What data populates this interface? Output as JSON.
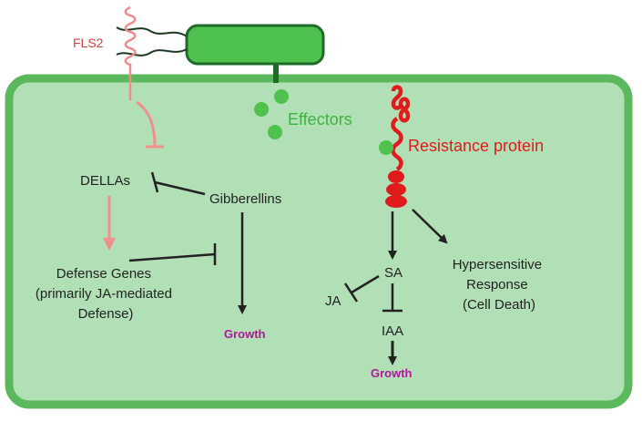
{
  "diagram": {
    "labels": {
      "fls2": "FLS2",
      "effectors": "Effectors",
      "resistance_protein": "Resistance protein",
      "dellas": "DELLAs",
      "gibberellins": "Gibberellins",
      "defense_genes": [
        "Defense Genes",
        "(primarily JA-mediated",
        "Defense)"
      ],
      "growth_left": "Growth",
      "sa": "SA",
      "ja": "JA",
      "iaa": "IAA",
      "growth_right": "Growth",
      "hypersensitive_response": [
        "Hypersensitive",
        "Response",
        "(Cell Death)"
      ]
    },
    "colors": {
      "cell_fill": "#b2e0b6",
      "cell_border": "#5cb85c",
      "bacterium_fill": "#4fc14f",
      "bacterium_border": "#1f6b2a",
      "effector": "#4fc14f",
      "fls2": "#f08b8b",
      "fls2_text": "#d9413f",
      "resistance": "#e01b1b",
      "pink_arrow": "#f0908e",
      "growth_text": "#b0159c",
      "effectors_text": "#3bb53b",
      "arrow": "#222222"
    }
  }
}
